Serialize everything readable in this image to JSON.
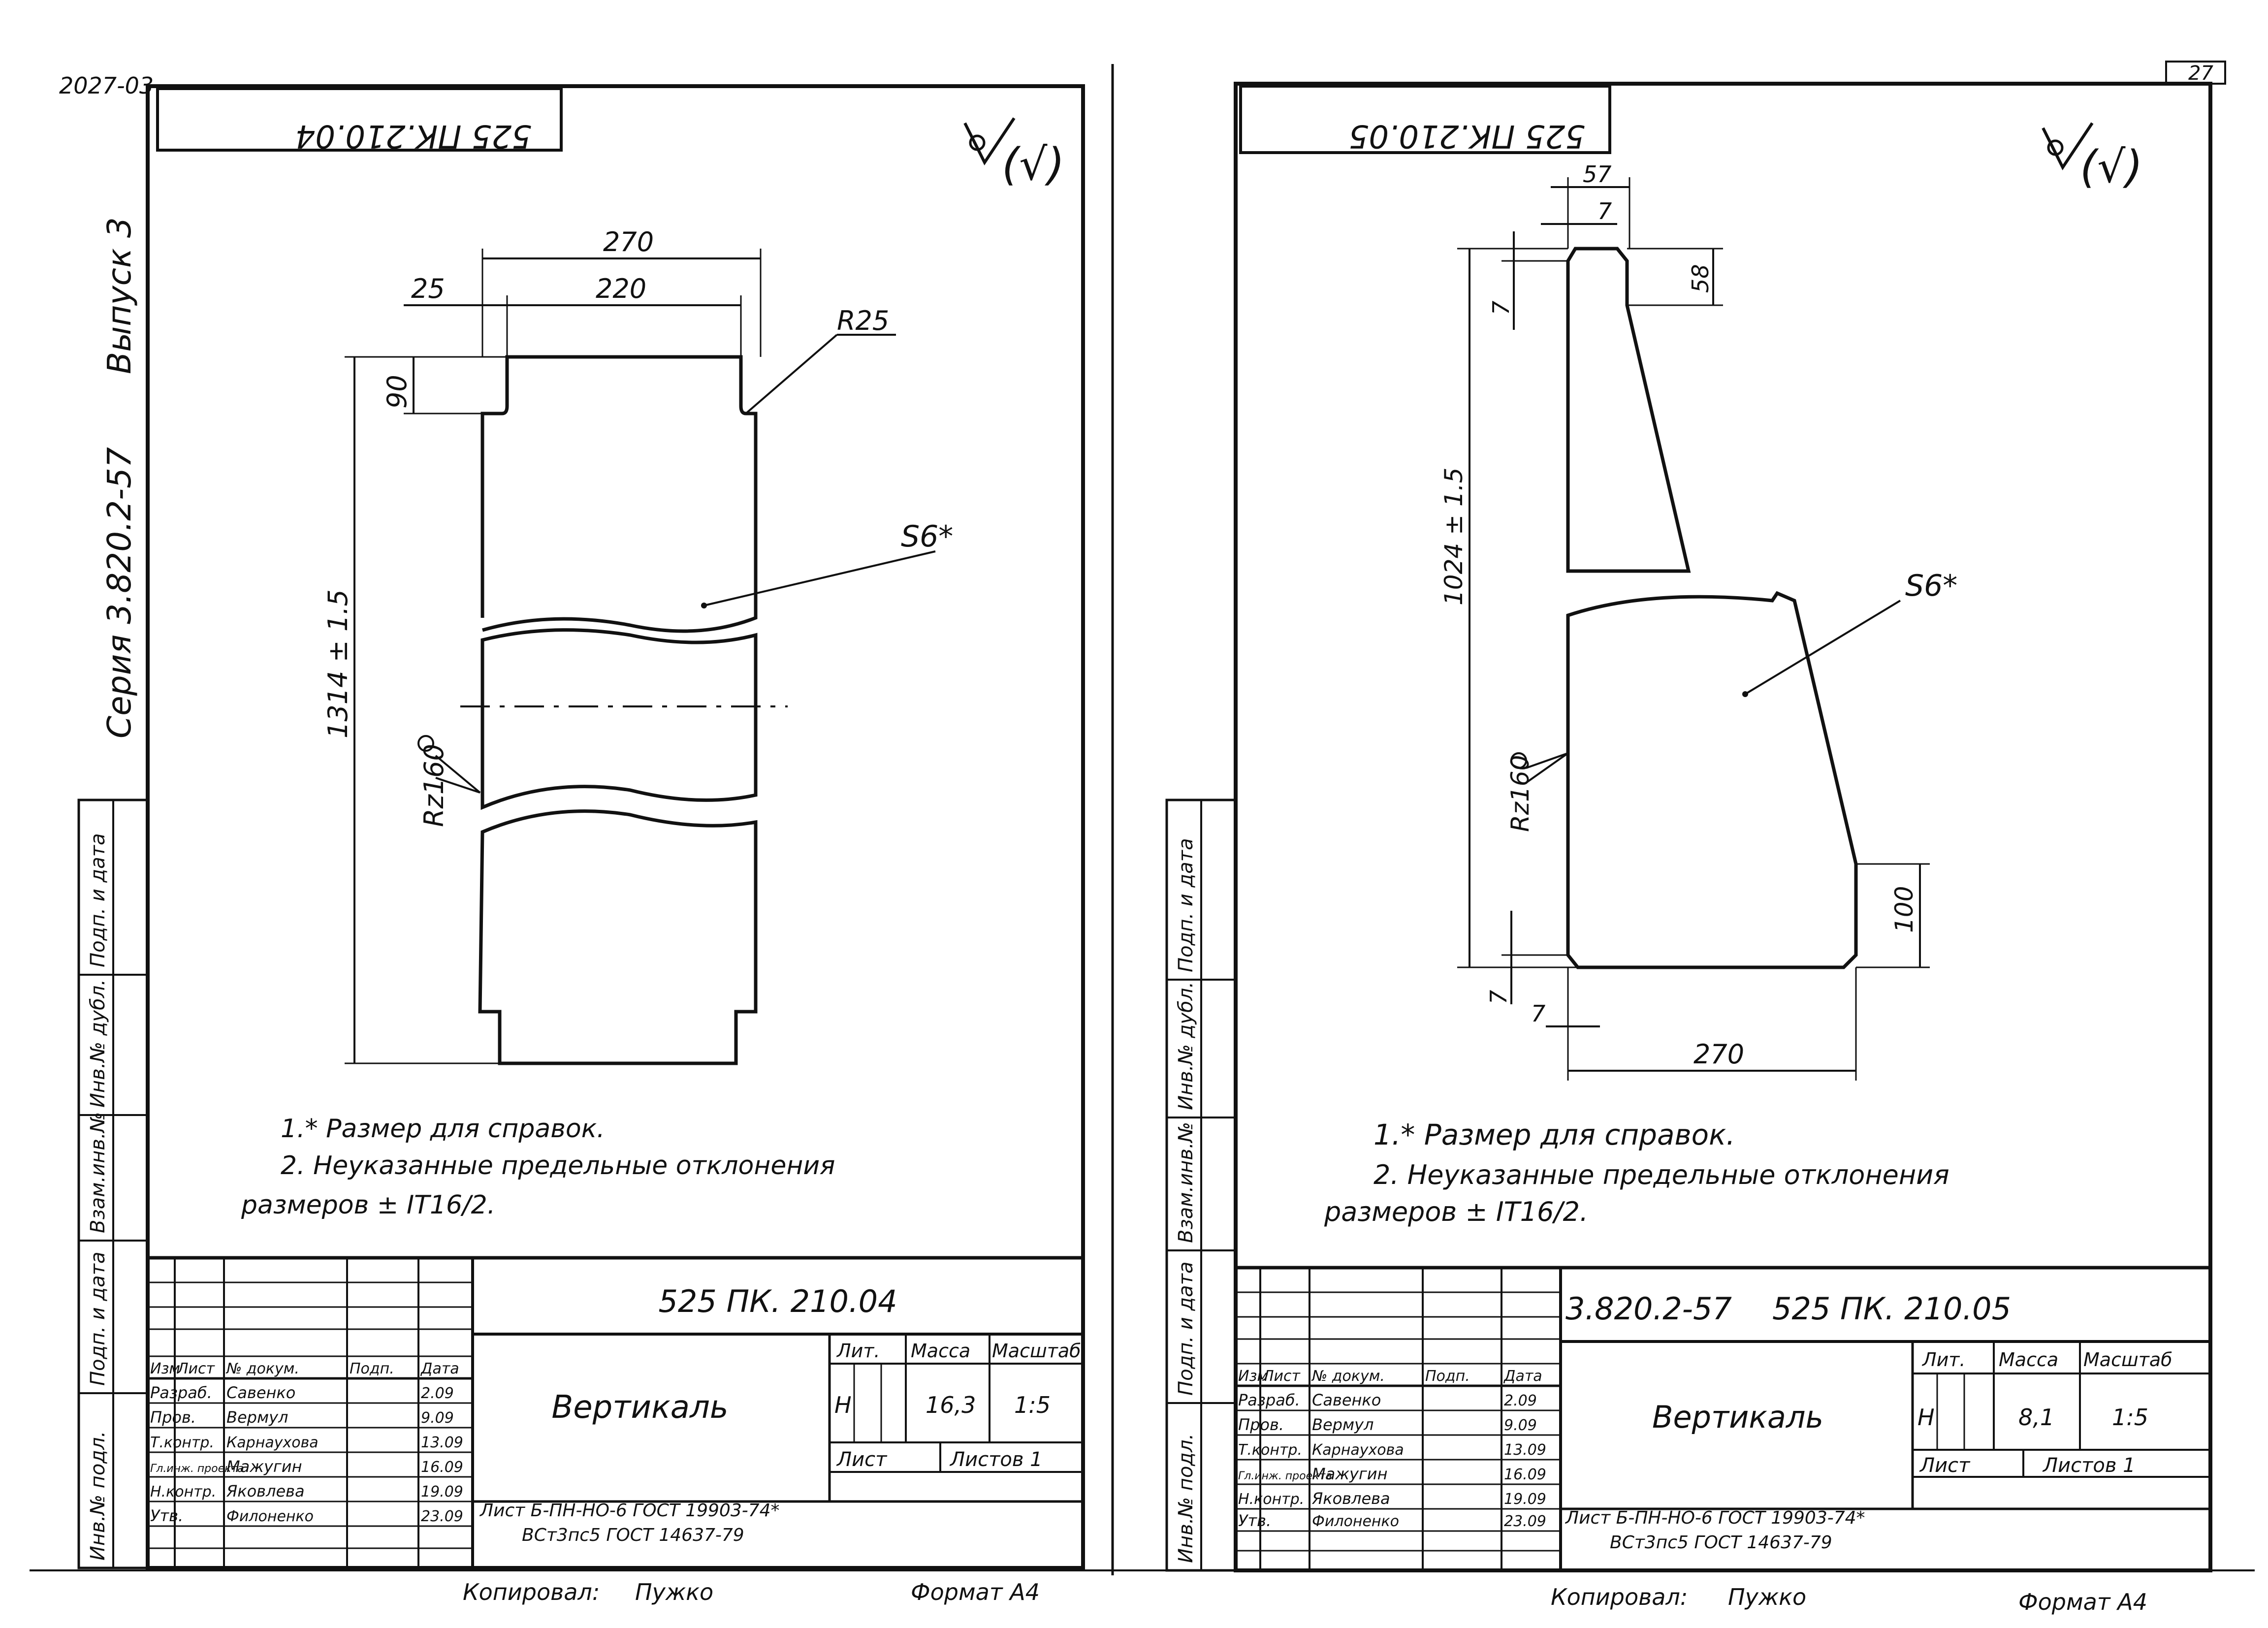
{
  "page": {
    "stamp_top_left": "2027-03",
    "page_number": "27",
    "copied_by_label": "Копировал:",
    "copied_by_name": "Пужко",
    "format_label": "Формат А4",
    "series_label": "Серия 3.820.2-57",
    "issue_label": "Выпуск 3",
    "side_labels": [
      "Подп. и дата",
      "Инв.№ дубл.",
      "Взам.инв.№",
      "Подп. и дата",
      "Инв.№ подл."
    ]
  },
  "sheets": [
    {
      "top_code_rotated": "525 ПК.210.04",
      "roughness_text": "(√)",
      "dims": {
        "overall_width": "270",
        "inner_width": "220",
        "offset": "25",
        "notch_height": "90",
        "radius": "R25",
        "height": "1314 ± 1.5",
        "thickness": "S6*",
        "surface": "Rz160"
      },
      "notes": {
        "n1": "1.* Размер для справок.",
        "n2": "2. Неуказанные предельные отклонения",
        "n3": "размеров ± IT16/2."
      },
      "title_block": {
        "doc_code": "525 ПК. 210.04",
        "name": "Вертикаль",
        "lit_header": "Лит.",
        "mass_header": "Масса",
        "scale_header": "Масштаб",
        "lit_value": "Н",
        "mass_value": "16,3",
        "scale_value": "1:5",
        "sheet_label": "Лист",
        "sheets_label": "Листов 1",
        "material_line1": "Лист Б-ПН-НО-6 ГОСТ 19903-74*",
        "material_line2": "ВСт3пс5 ГОСТ 14637-79",
        "col_headers": [
          "Изм",
          "Лист",
          "№ докум.",
          "Подп.",
          "Дата"
        ],
        "signers": [
          {
            "role": "Разраб.",
            "name": "Савенко",
            "date": "2.09"
          },
          {
            "role": "Пров.",
            "name": "Вермул",
            "date": "9.09"
          },
          {
            "role": "Т.контр.",
            "name": "Карнаухова",
            "date": "13.09"
          },
          {
            "role": "Гл.инж. проекта",
            "name": "Мажугин",
            "date": "16.09"
          },
          {
            "role": "Н.контр.",
            "name": "Яковлева",
            "date": "19.09"
          },
          {
            "role": "Утв.",
            "name": "Филоненко",
            "date": "23.09"
          }
        ]
      }
    },
    {
      "top_code_rotated": "525 ПК.210.05",
      "roughness_text": "(√)",
      "dims": {
        "top_width": "57",
        "chamfer_top": "7",
        "top_height": "58",
        "chamfer_left_top": "7",
        "height": "1024 ± 1.5",
        "thickness": "S6*",
        "surface": "Rz160",
        "bottom_height": "100",
        "chamfer_left_bottom": "7",
        "chamfer_bottom": "7",
        "bottom_width": "270"
      },
      "notes": {
        "n1": "1.* Размер для справок.",
        "n2": "2. Неуказанные предельные отклонения",
        "n3": "размеров ± IT16/2."
      },
      "title_block": {
        "series_code": "3.820.2-57",
        "doc_code": "525 ПК. 210.05",
        "name": "Вертикаль",
        "lit_header": "Лит.",
        "mass_header": "Масса",
        "scale_header": "Масштаб",
        "lit_value": "Н",
        "mass_value": "8,1",
        "scale_value": "1:5",
        "sheet_label": "Лист",
        "sheets_label": "Листов 1",
        "material_line1": "Лист Б-ПН-НО-6 ГОСТ 19903-74*",
        "material_line2": "ВСт3пс5 ГОСТ 14637-79",
        "col_headers": [
          "Изм",
          "Лист",
          "№ докум.",
          "Подп.",
          "Дата"
        ],
        "signers": [
          {
            "role": "Разраб.",
            "name": "Савенко",
            "date": "2.09"
          },
          {
            "role": "Пров.",
            "name": "Вермул",
            "date": "9.09"
          },
          {
            "role": "Т.контр.",
            "name": "Карнаухова",
            "date": "13.09"
          },
          {
            "role": "Гл.инж. проекта",
            "name": "Мажугин",
            "date": "16.09"
          },
          {
            "role": "Н.контр.",
            "name": "Яковлева",
            "date": "19.09"
          },
          {
            "role": "Утв.",
            "name": "Филоненко",
            "date": "23.09"
          }
        ]
      }
    }
  ]
}
